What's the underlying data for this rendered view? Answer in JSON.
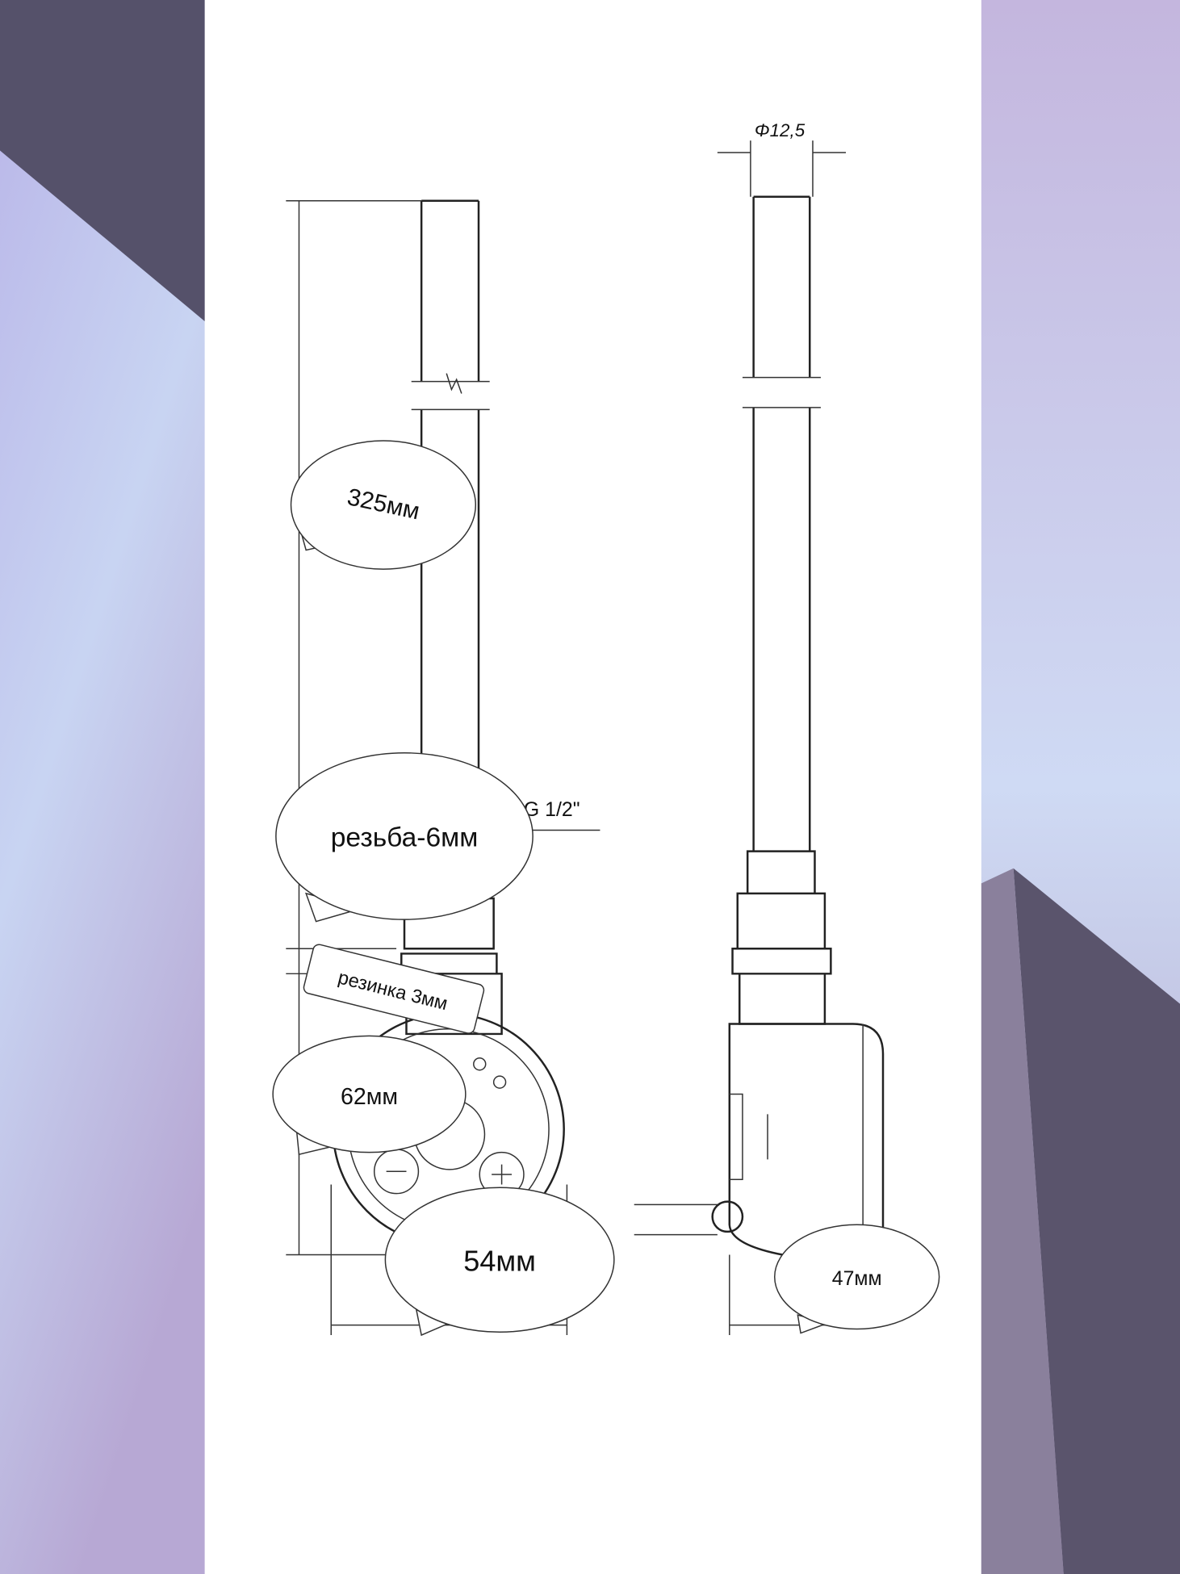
{
  "labels": {
    "diameter": "Φ12,5",
    "thread_size": "G 1/2\"",
    "length": "325мм",
    "thread": "резьба-6мм",
    "gasket": "резинка 3мм",
    "height": "62мм",
    "width": "54мм",
    "depth": "47мм"
  },
  "colors": {
    "bg_left": "#c9c6ec",
    "bg_right": "#c8c0e4",
    "line": "#222222"
  }
}
